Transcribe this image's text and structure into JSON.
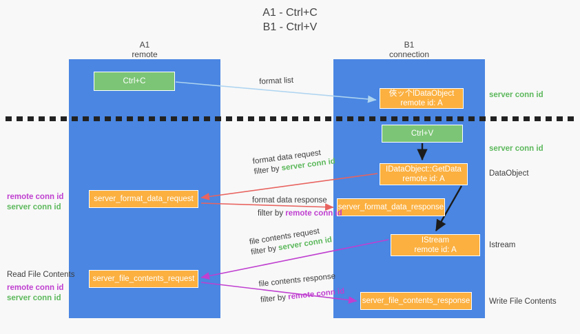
{
  "title": {
    "line1": "A1 - Ctrl+C",
    "line2": "B1 - Ctrl+V"
  },
  "columns": [
    {
      "id": "a1",
      "name": "A1",
      "subtitle": "remote"
    },
    {
      "id": "b1",
      "name": "B1",
      "subtitle": "connection"
    }
  ],
  "nodes": {
    "ctrl_c": {
      "label": "Ctrl+C",
      "color": "#7cc576"
    },
    "idataobject": {
      "line1": "俠ッ个lDataObject",
      "line2": "remote id: A",
      "color": "#fbb040"
    },
    "ctrl_v": {
      "label": "Ctrl+V",
      "color": "#7cc576"
    },
    "getdata": {
      "line1": "IDataObject::GetData",
      "line2": "remote id: A",
      "color": "#fbb040"
    },
    "format_data_request": {
      "label": "server_format_data_request",
      "color": "#fbb040"
    },
    "format_data_response": {
      "label": "server_format_data_response",
      "color": "#fbb040"
    },
    "istream": {
      "line1": "IStream",
      "line2": "remote id: A",
      "color": "#fbb040"
    },
    "file_contents_request": {
      "label": "server_file_contents_request",
      "color": "#fbb040"
    },
    "file_contents_response": {
      "label": "server_file_contents_response",
      "color": "#fbb040"
    }
  },
  "edge_labels": {
    "format_list": "format list",
    "format_data_request": "format data request",
    "format_data_request_filter_prefix": "filter by ",
    "format_data_request_filter_key": "server conn id",
    "format_data_response": "format data response",
    "format_data_response_filter_prefix": "filter by ",
    "format_data_response_filter_key": "remote conn id",
    "file_contents_request": "file contents request",
    "file_contents_request_filter_prefix": "filter by ",
    "file_contents_request_filter_key": "server conn id",
    "file_contents_response": "file contents response",
    "file_contents_response_filter_prefix": "filter by ",
    "file_contents_response_filter_key": "remote conn id"
  },
  "side_labels": {
    "right_server_conn_top": "server conn id",
    "right_server_conn_mid": "server conn id",
    "right_dataobject": "DataObject",
    "right_istream": "Istream",
    "right_write_file_contents": "Write File Contents",
    "left_remote_conn_1": "remote conn id",
    "left_server_conn_1": "server conn id",
    "left_read_file_contents": "Read File Contents",
    "left_remote_conn_2": "remote conn id",
    "left_server_conn_2": "server conn id"
  },
  "colors": {
    "column_blue": "#4a86e2",
    "node_green": "#7cc576",
    "node_orange": "#fbb040",
    "conn_green": "#5cb85c",
    "conn_magenta": "#bf3fd0",
    "arrow_red": "#e8635f",
    "arrow_magenta": "#bf3fd0",
    "arrow_lightblue": "#aed4f0",
    "arrow_black": "#1c1c1c",
    "background": "#f8f8f8"
  }
}
